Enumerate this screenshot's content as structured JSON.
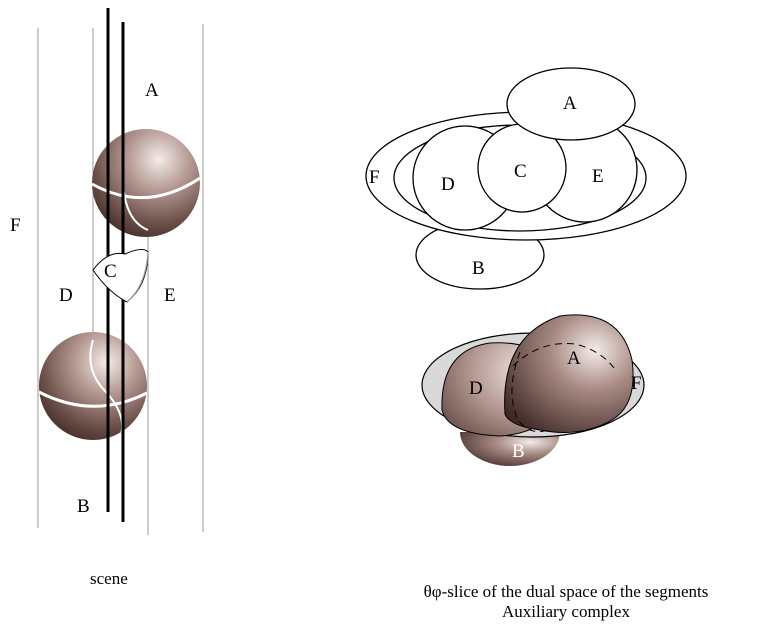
{
  "scene": {
    "labels": {
      "A": "A",
      "B": "B",
      "C": "C",
      "D": "D",
      "E": "E",
      "F": "F"
    },
    "caption": "scene"
  },
  "dual_space": {
    "labels": {
      "A": "A",
      "B": "B",
      "C": "C",
      "D": "D",
      "E": "E",
      "F": "F"
    }
  },
  "complex": {
    "labels": {
      "A": "A",
      "B": "B",
      "D": "D",
      "F": "F"
    }
  },
  "caption": {
    "line1": "θφ-slice of the dual space of the segments",
    "line2": "Auxiliary complex"
  },
  "colors": {
    "sphere_dark": "#3f2a26",
    "sphere_mid": "#8a6a62",
    "sphere_light": "#f4ecea",
    "halo_gray": "#d9d9d9"
  }
}
